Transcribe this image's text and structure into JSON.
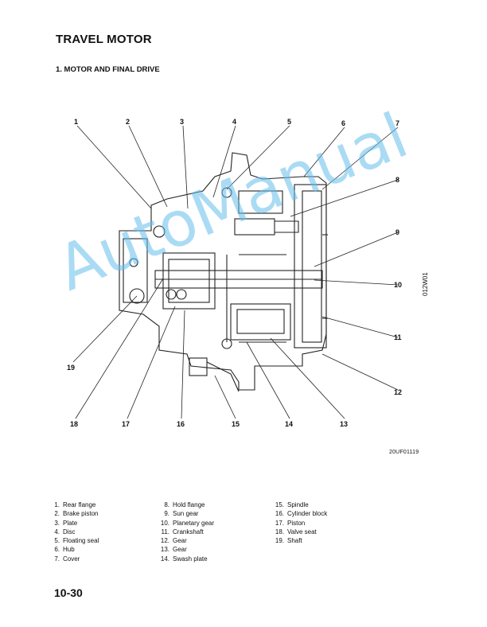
{
  "page": {
    "title": "TRAVEL MOTOR",
    "section": "1. MOTOR AND FINAL DRIVE",
    "figure_code": "20UF01119",
    "side_code": "012W01",
    "page_number": "10-30",
    "watermark": "AutoManual"
  },
  "callouts": [
    "1",
    "2",
    "3",
    "4",
    "5",
    "6",
    "7",
    "8",
    "9",
    "10",
    "11",
    "12",
    "13",
    "14",
    "15",
    "16",
    "17",
    "18",
    "19"
  ],
  "legend": {
    "col1": [
      {
        "num": "1.",
        "text": "Rear flange"
      },
      {
        "num": "2.",
        "text": "Brake piston"
      },
      {
        "num": "3.",
        "text": "Plate"
      },
      {
        "num": "4.",
        "text": "Disc"
      },
      {
        "num": "5.",
        "text": "Floating seal"
      },
      {
        "num": "6.",
        "text": "Hub"
      },
      {
        "num": "7.",
        "text": "Cover"
      }
    ],
    "col2": [
      {
        "num": "8.",
        "text": "Hold flange"
      },
      {
        "num": "9.",
        "text": "Sun gear"
      },
      {
        "num": "10.",
        "text": "Planetary gear"
      },
      {
        "num": "11.",
        "text": "Crankshaft"
      },
      {
        "num": "12.",
        "text": "Gear"
      },
      {
        "num": "13.",
        "text": "Gear"
      },
      {
        "num": "14.",
        "text": "Swash plate"
      }
    ],
    "col3": [
      {
        "num": "15.",
        "text": "Spindle"
      },
      {
        "num": "16.",
        "text": "Cylinder block"
      },
      {
        "num": "17.",
        "text": "Piston"
      },
      {
        "num": "18.",
        "text": "Valve seat"
      },
      {
        "num": "19.",
        "text": "Shaft"
      }
    ]
  }
}
